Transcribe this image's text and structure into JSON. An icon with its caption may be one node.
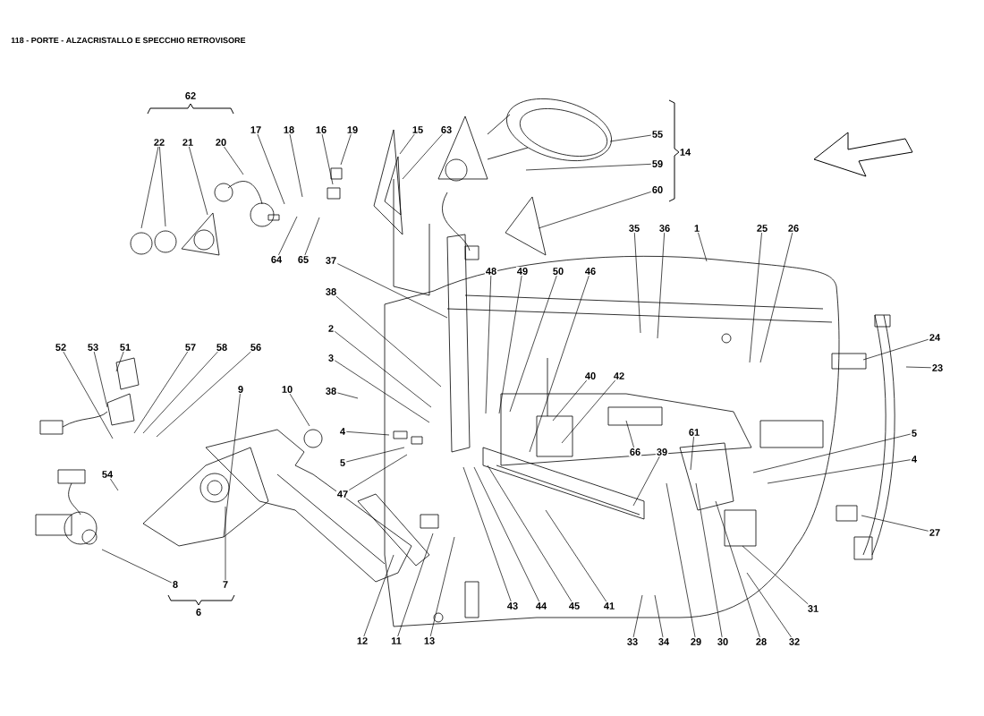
{
  "diagram": {
    "title": "118 - PORTE - ALZACRISTALLO E SPECCHIO RETROVISORE",
    "nodes": [
      {
        "text": [
          "22"
        ]
      },
      {
        "text": [
          "21"
        ]
      },
      {
        "text": [
          "20"
        ]
      },
      {
        "text": [
          "17"
        ]
      },
      {
        "text": [
          "18"
        ]
      },
      {
        "text": [
          "16"
        ]
      },
      {
        "text": [
          "19"
        ]
      },
      {
        "text": [
          "15"
        ]
      },
      {
        "text": [
          "63"
        ]
      },
      {
        "text": [
          "55"
        ]
      },
      {
        "text": [
          "59"
        ]
      },
      {
        "text": [
          "60"
        ]
      },
      {
        "text": [
          "64"
        ]
      },
      {
        "text": [
          "65"
        ]
      },
      {
        "text": [
          "37"
        ]
      },
      {
        "text": [
          "38"
        ]
      },
      {
        "text": [
          "35"
        ]
      },
      {
        "text": [
          "36"
        ]
      },
      {
        "text": [
          "1"
        ]
      },
      {
        "text": [
          "25"
        ]
      },
      {
        "text": [
          "26"
        ]
      },
      {
        "text": [
          "48"
        ]
      },
      {
        "text": [
          "49"
        ]
      },
      {
        "text": [
          "50"
        ]
      },
      {
        "text": [
          "46"
        ]
      },
      {
        "text": [
          "2"
        ]
      },
      {
        "text": [
          "24"
        ]
      },
      {
        "text": [
          "52"
        ]
      },
      {
        "text": [
          "53"
        ]
      },
      {
        "text": [
          "51"
        ]
      },
      {
        "text": [
          "57"
        ]
      },
      {
        "text": [
          "58"
        ]
      },
      {
        "text": [
          "56"
        ]
      },
      {
        "text": [
          "3"
        ]
      },
      {
        "text": [
          "23"
        ]
      },
      {
        "text": [
          "40"
        ]
      },
      {
        "text": [
          "42"
        ]
      },
      {
        "text": [
          "9"
        ]
      },
      {
        "text": [
          "10"
        ]
      },
      {
        "text": [
          "38"
        ]
      },
      {
        "text": [
          "4"
        ]
      },
      {
        "text": [
          "5"
        ]
      },
      {
        "text": [
          "61"
        ]
      },
      {
        "text": [
          "66"
        ]
      },
      {
        "text": [
          "39"
        ]
      },
      {
        "text": [
          "4"
        ]
      },
      {
        "text": [
          "5"
        ]
      },
      {
        "text": [
          "54"
        ]
      },
      {
        "text": [
          "47"
        ]
      },
      {
        "text": [
          "27"
        ]
      },
      {
        "text": [
          "8"
        ]
      },
      {
        "text": [
          "7"
        ]
      },
      {
        "text": [
          "43"
        ]
      },
      {
        "text": [
          "44"
        ]
      },
      {
        "text": [
          "45"
        ]
      },
      {
        "text": [
          "41"
        ]
      },
      {
        "text": [
          "31"
        ]
      },
      {
        "text": [
          "12"
        ]
      },
      {
        "text": [
          "11"
        ]
      },
      {
        "text": [
          "13"
        ]
      },
      {
        "text": [
          "33"
        ]
      },
      {
        "text": [
          "34"
        ]
      },
      {
        "text": [
          "29"
        ]
      },
      {
        "text": [
          "30"
        ]
      },
      {
        "text": [
          "28"
        ]
      },
      {
        "text": [
          "32"
        ]
      }
    ],
    "edges": [
      {
        "from": 0,
        "to": null,
        "arrow": "none"
      },
      {
        "from": 0,
        "to": null,
        "arrow": "none"
      },
      {
        "from": 1,
        "to": null,
        "arrow": "none"
      },
      {
        "from": 2,
        "to": null,
        "arrow": "none"
      },
      {
        "from": 3,
        "to": null,
        "arrow": "none"
      },
      {
        "from": 4,
        "to": null,
        "arrow": "none"
      },
      {
        "from": 5,
        "to": null,
        "arrow": "none"
      },
      {
        "from": 6,
        "to": null,
        "arrow": "none"
      },
      {
        "from": 7,
        "to": null,
        "arrow": "none"
      },
      {
        "from": 8,
        "to": null,
        "arrow": "none"
      },
      {
        "from": 9,
        "to": null,
        "arrow": "none"
      },
      {
        "from": 10,
        "to": null,
        "arrow": "none"
      },
      {
        "from": 11,
        "to": null,
        "arrow": "none"
      },
      {
        "from": 12,
        "to": null,
        "arrow": "none"
      },
      {
        "from": 13,
        "to": null,
        "arrow": "none"
      },
      {
        "from": 14,
        "to": null,
        "arrow": "none"
      },
      {
        "from": 15,
        "to": null,
        "arrow": "none"
      },
      {
        "from": 16,
        "to": null,
        "arrow": "none"
      },
      {
        "from": 17,
        "to": null,
        "arrow": "none"
      },
      {
        "from": 18,
        "to": null,
        "arrow": "none"
      },
      {
        "from": 19,
        "to": null,
        "arrow": "none"
      },
      {
        "from": 20,
        "to": null,
        "arrow": "none"
      },
      {
        "from": 21,
        "to": null,
        "arrow": "none"
      },
      {
        "from": 22,
        "to": null,
        "arrow": "none"
      },
      {
        "from": 23,
        "to": null,
        "arrow": "none"
      },
      {
        "from": 24,
        "to": null,
        "arrow": "none"
      },
      {
        "from": 25,
        "to": null,
        "arrow": "none"
      },
      {
        "from": 26,
        "to": null,
        "arrow": "none"
      },
      {
        "from": 27,
        "to": null,
        "arrow": "none"
      },
      {
        "from": 28,
        "to": null,
        "arrow": "none"
      },
      {
        "from": 29,
        "to": null,
        "arrow": "none"
      },
      {
        "from": 30,
        "to": null,
        "arrow": "none"
      },
      {
        "from": 31,
        "to": null,
        "arrow": "none"
      },
      {
        "from": 32,
        "to": null,
        "arrow": "none"
      },
      {
        "from": 33,
        "to": null,
        "arrow": "none"
      },
      {
        "from": 34,
        "to": null,
        "arrow": "none"
      },
      {
        "from": 35,
        "to": null,
        "arrow": "none"
      },
      {
        "from": 36,
        "to": null,
        "arrow": "none"
      },
      {
        "from": 37,
        "to": null,
        "arrow": "none"
      },
      {
        "from": 38,
        "to": null,
        "arrow": "none"
      },
      {
        "from": 39,
        "to": null,
        "arrow": "none"
      },
      {
        "from": 40,
        "to": null,
        "arrow": "none"
      },
      {
        "from": 41,
        "to": null,
        "arrow": "none"
      },
      {
        "from": 42,
        "to": null,
        "arrow": "none"
      },
      {
        "from": 43,
        "to": null,
        "arrow": "none"
      },
      {
        "from": 44,
        "to": null,
        "arrow": "none"
      },
      {
        "from": 45,
        "to": null,
        "arrow": "none"
      },
      {
        "from": 46,
        "to": null,
        "arrow": "none"
      },
      {
        "from": 47,
        "to": null,
        "arrow": "none"
      },
      {
        "from": 48,
        "to": null,
        "arrow": "none"
      },
      {
        "from": 49,
        "to": null,
        "arrow": "none"
      },
      {
        "from": 50,
        "to": null,
        "arrow": "none"
      },
      {
        "from": 51,
        "to": null,
        "arrow": "none"
      },
      {
        "from": 52,
        "to": null,
        "arrow": "none"
      },
      {
        "from": 53,
        "to": null,
        "arrow": "none"
      },
      {
        "from": 54,
        "to": null,
        "arrow": "none"
      },
      {
        "from": 55,
        "to": null,
        "arrow": "none"
      },
      {
        "from": 56,
        "to": null,
        "arrow": "none"
      },
      {
        "from": 57,
        "to": null,
        "arrow": "none"
      },
      {
        "from": 58,
        "to": null,
        "arrow": "none"
      },
      {
        "from": 59,
        "to": null,
        "arrow": "none"
      },
      {
        "from": 60,
        "to": null,
        "arrow": "none"
      },
      {
        "from": 61,
        "to": null,
        "arrow": "none"
      },
      {
        "from": 62,
        "to": null,
        "arrow": "none"
      },
      {
        "from": 63,
        "to": null,
        "arrow": "none"
      },
      {
        "from": 64,
        "to": null,
        "arrow": "none"
      },
      {
        "from": 65,
        "to": null,
        "arrow": "none"
      }
    ],
    "labels": [
      "62",
      "14",
      "6"
    ]
  }
}
